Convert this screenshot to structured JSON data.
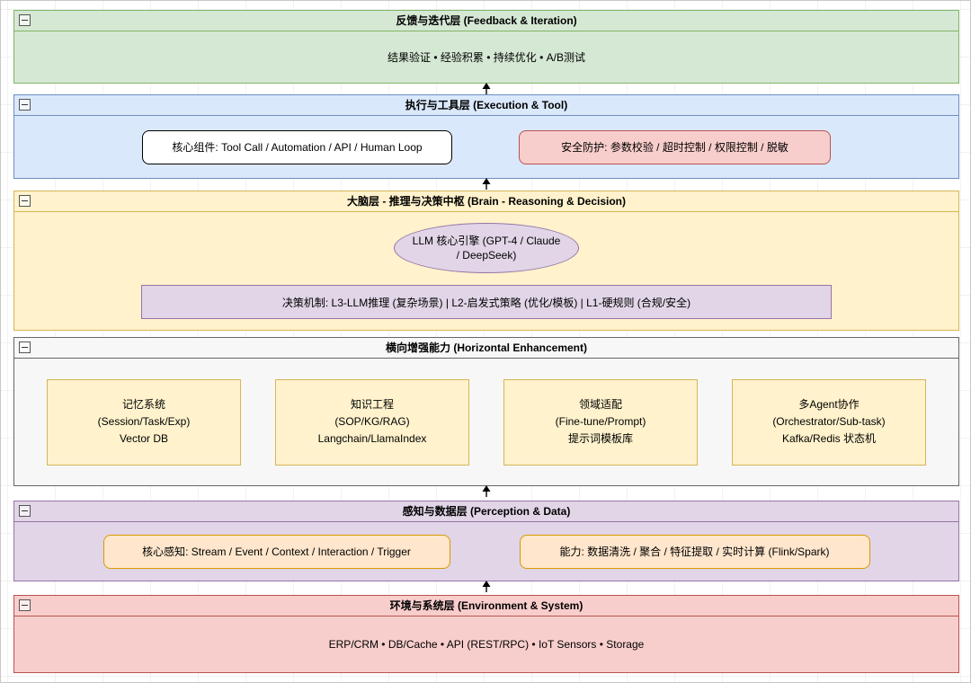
{
  "diagram": {
    "name": "agent-architecture-layers",
    "arrow_direction": "up",
    "arrow_color": "#000000",
    "collapse_icon": "minus-square-icon"
  },
  "layers": [
    {
      "id": "feedback-iteration",
      "title": "反馈与迭代层 (Feedback & Iteration)",
      "body": "结果验证 • 经验积累 • 持续优化 • A/B测试",
      "fill": "#d5e8d4",
      "border": "#82b366"
    },
    {
      "id": "execution-tool",
      "title": "执行与工具层 (Execution & Tool)",
      "fill": "#dae8fc",
      "border": "#6c8ebf",
      "boxes": [
        {
          "label": "核心组件: Tool Call / Automation / API / Human Loop",
          "fill": "#ffffff",
          "border": "#000000"
        },
        {
          "label": "安全防护: 参数校验 / 超时控制 / 权限控制 / 脱敏",
          "fill": "#f8cecc",
          "border": "#b85450"
        }
      ]
    },
    {
      "id": "brain-reasoning-decision",
      "title": "大脑层 - 推理与决策中枢 (Brain - Reasoning & Decision)",
      "fill": "#fff2cc",
      "border": "#d6b656",
      "ellipse": {
        "label": "LLM 核心引擎 (GPT-4 / Claude / DeepSeek)",
        "fill": "#e1d5e7",
        "border": "#9673a6"
      },
      "bar": {
        "label": "决策机制: L3-LLM推理 (复杂场景) | L2-启发式策略 (优化/模板) | L1-硬规则 (合规/安全)",
        "fill": "#e1d5e7",
        "border": "#9673a6"
      }
    },
    {
      "id": "horizontal-enhancement",
      "title": "横向增强能力 (Horizontal Enhancement)",
      "fill": "#f7f7f7",
      "border": "#666666",
      "cards": [
        {
          "label": "记忆系统\n(Session/Task/Exp)\nVector DB",
          "fill": "#fff2cc",
          "border": "#d6b656"
        },
        {
          "label": "知识工程\n(SOP/KG/RAG)\nLangchain/LlamaIndex",
          "fill": "#fff2cc",
          "border": "#d6b656"
        },
        {
          "label": "领域适配\n(Fine-tune/Prompt)\n提示词模板库",
          "fill": "#fff2cc",
          "border": "#d6b656"
        },
        {
          "label": "多Agent协作\n(Orchestrator/Sub-task)\nKafka/Redis 状态机",
          "fill": "#fff2cc",
          "border": "#d6b656"
        }
      ]
    },
    {
      "id": "perception-data",
      "title": "感知与数据层 (Perception & Data)",
      "fill": "#e1d5e7",
      "border": "#9673a6",
      "boxes": [
        {
          "label": "核心感知: Stream / Event / Context / Interaction / Trigger",
          "fill": "#ffe6cc",
          "border": "#d79b00"
        },
        {
          "label": "能力: 数据清洗 / 聚合 / 特征提取 / 实时计算 (Flink/Spark)",
          "fill": "#ffe6cc",
          "border": "#d79b00"
        }
      ]
    },
    {
      "id": "environment-system",
      "title": "环境与系统层 (Environment & System)",
      "body": "ERP/CRM • DB/Cache • API (REST/RPC) • IoT Sensors • Storage",
      "fill": "#f8cecc",
      "border": "#b85450"
    }
  ]
}
